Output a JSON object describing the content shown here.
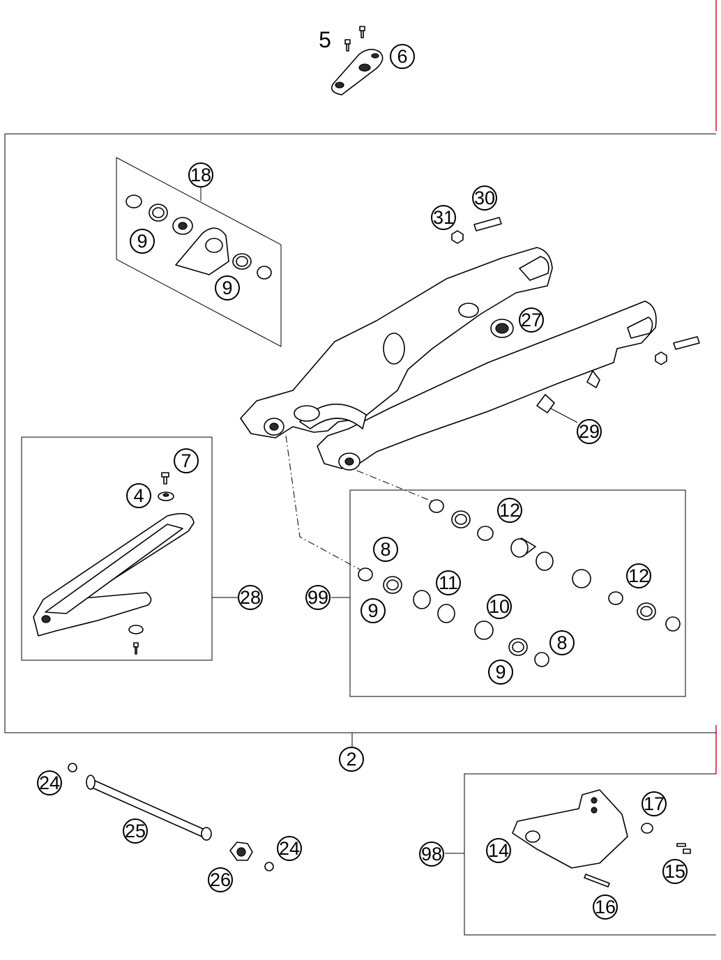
{
  "diagram": {
    "callouts": [
      {
        "id": "c5",
        "label": "5"
      },
      {
        "id": "c6",
        "label": "6"
      },
      {
        "id": "c18",
        "label": "18"
      },
      {
        "id": "c9a",
        "label": "9"
      },
      {
        "id": "c9b",
        "label": "9"
      },
      {
        "id": "c30",
        "label": "30"
      },
      {
        "id": "c31",
        "label": "31"
      },
      {
        "id": "c27",
        "label": "27"
      },
      {
        "id": "c29",
        "label": "29"
      },
      {
        "id": "c7",
        "label": "7"
      },
      {
        "id": "c4",
        "label": "4"
      },
      {
        "id": "c28",
        "label": "28"
      },
      {
        "id": "c12a",
        "label": "12"
      },
      {
        "id": "c8a",
        "label": "8"
      },
      {
        "id": "c11",
        "label": "11"
      },
      {
        "id": "c99",
        "label": "99"
      },
      {
        "id": "c9c",
        "label": "9"
      },
      {
        "id": "c10",
        "label": "10"
      },
      {
        "id": "c12b",
        "label": "12"
      },
      {
        "id": "c8b",
        "label": "8"
      },
      {
        "id": "c9d",
        "label": "9"
      },
      {
        "id": "c2",
        "label": "2"
      },
      {
        "id": "c24a",
        "label": "24"
      },
      {
        "id": "c25",
        "label": "25"
      },
      {
        "id": "c24b",
        "label": "24"
      },
      {
        "id": "c26",
        "label": "26"
      },
      {
        "id": "c98",
        "label": "98"
      },
      {
        "id": "c14",
        "label": "14"
      },
      {
        "id": "c17",
        "label": "17"
      },
      {
        "id": "c15",
        "label": "15"
      },
      {
        "id": "c16",
        "label": "16"
      }
    ],
    "colors": {
      "line": "#000000",
      "background": "#ffffff",
      "edge_accent": "#d0102a"
    }
  }
}
